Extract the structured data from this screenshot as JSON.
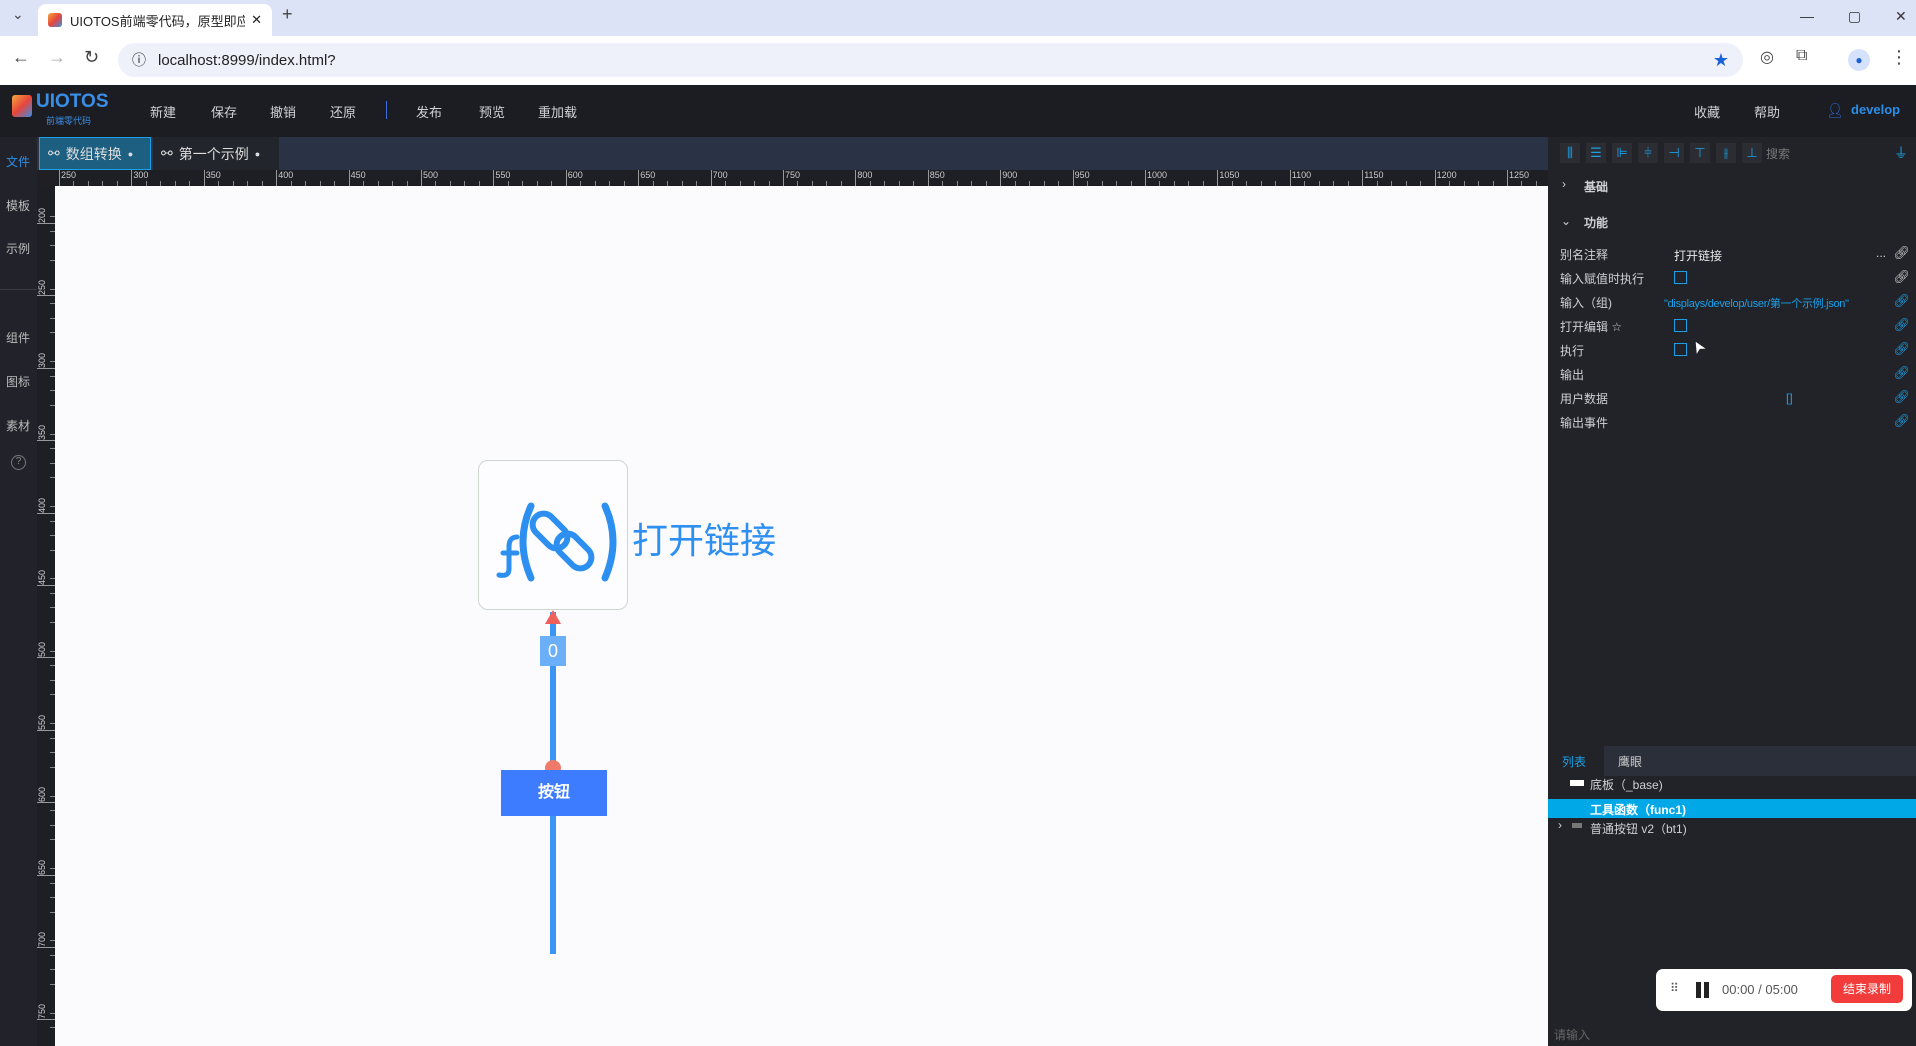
{
  "browser": {
    "tab_title": "UIOTOS前端零代码，原型即应",
    "url": "localhost:8999/index.html?"
  },
  "header": {
    "logo": "UIOTOS",
    "logo_sub": "前端零代码",
    "menu": [
      "新建",
      "保存",
      "撤销",
      "还原",
      "发布",
      "预览",
      "重加载"
    ],
    "right": [
      "收藏",
      "帮助"
    ],
    "user": "develop"
  },
  "sidebar": {
    "items": [
      "文件",
      "模板",
      "示例",
      "组件",
      "图标",
      "素材"
    ]
  },
  "doc_tabs": [
    "数组转换",
    "第一个示例"
  ],
  "ruler": {
    "h_labels": [
      250,
      300,
      350,
      400,
      450,
      500,
      550,
      600,
      650,
      700,
      750,
      800,
      850,
      900,
      950,
      1000,
      1050,
      1100,
      1150,
      1200,
      1250
    ],
    "v_labels": [
      200,
      250,
      300,
      350,
      400,
      450,
      500,
      550,
      600,
      650,
      700,
      750
    ]
  },
  "canvas": {
    "node_label": "打开链接",
    "link_label": "0",
    "button_label": "按钮"
  },
  "props": {
    "search_placeholder": "搜索",
    "group_basic": "基础",
    "group_func": "功能",
    "rows": [
      {
        "label": "别名注释",
        "value": "打开链接",
        "more": "..."
      },
      {
        "label": "输入赋值时执行"
      },
      {
        "label": "输入（组)",
        "value": "\"displays/develop/user/第一个示例.json\""
      },
      {
        "label": "打开编辑 ☆"
      },
      {
        "label": "执行"
      },
      {
        "label": "输出"
      },
      {
        "label": "用户数据",
        "value": "[]"
      },
      {
        "label": "输出事件"
      }
    ]
  },
  "tree": {
    "tabs": [
      "列表",
      "鹰眼"
    ],
    "items": [
      "底板（_base)",
      "工具函数（func1)",
      "普通按钮 v2（bt1)"
    ]
  },
  "recorder": {
    "time": "00:00 / 05:00",
    "stop": "结束录制"
  },
  "bottom_input": {
    "placeholder": "请输入"
  },
  "colors": {
    "accent": "#1aa0e8",
    "selected": "#00a8e8",
    "button": "#3d7cff",
    "stop": "#f23c3c"
  }
}
